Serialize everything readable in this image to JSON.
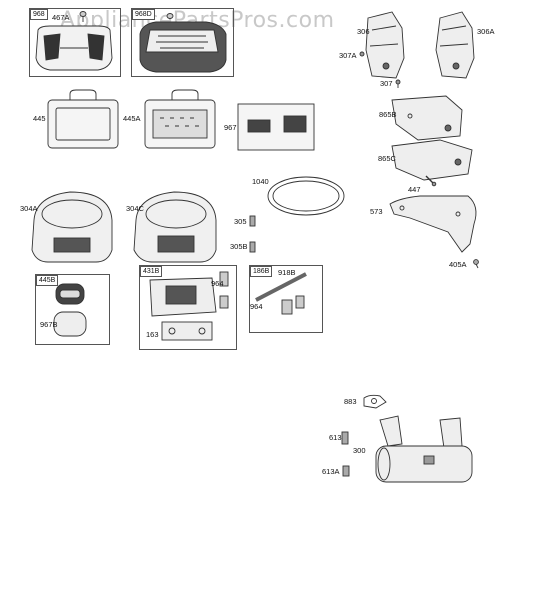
{
  "watermark": "AppliancePartsPros.com",
  "parts": {
    "p968": "968",
    "p467A": "467A",
    "p968D": "968D",
    "p445": "445",
    "p445A": "445A",
    "p967": "967",
    "p306": "306",
    "p306A": "306A",
    "p307A": "307A",
    "p307": "307",
    "p865B": "865B",
    "p865C": "865C",
    "p1040": "1040",
    "p447": "447",
    "p573": "573",
    "p304A": "304A",
    "p304C": "304C",
    "p305": "305",
    "p305B": "305B",
    "p405A": "405A",
    "p445B": "445B",
    "p967B": "967B",
    "p431B": "431B",
    "p964a": "964",
    "p163": "163",
    "p186B": "186B",
    "p918B": "918B",
    "p964b": "964",
    "p883": "883",
    "p613": "613",
    "p300": "300",
    "p613A": "613A"
  }
}
